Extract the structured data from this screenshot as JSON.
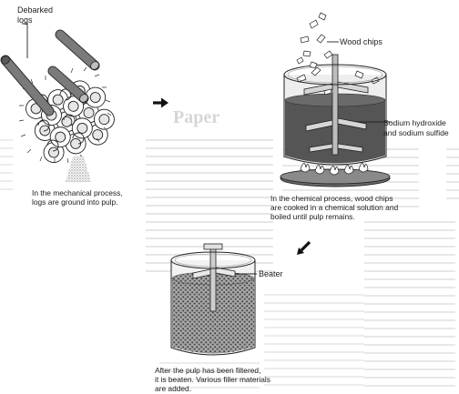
{
  "labels": {
    "debarked_logs": "Debarked\nlogs",
    "wood_chips": "Wood chips",
    "sodium": "Sodium hydroxide\nand sodium sulfide",
    "beater": "Beater"
  },
  "captions": {
    "mechanical": "In the mechanical process,\nlogs are ground into pulp.",
    "chemical": "In the chemical process, wood chips\nare cooked in a chemical solution and\nboiled until pulp remains.",
    "filtered": "After the pulp has been filtered,\nit is beaten. Various filler materials\nare added."
  },
  "background": {
    "heading": "Paper"
  },
  "colors": {
    "ink": "#1a1a1a",
    "log": "#6f6f6f",
    "solution": "#585858",
    "faint_text": "#d9d9d9"
  }
}
